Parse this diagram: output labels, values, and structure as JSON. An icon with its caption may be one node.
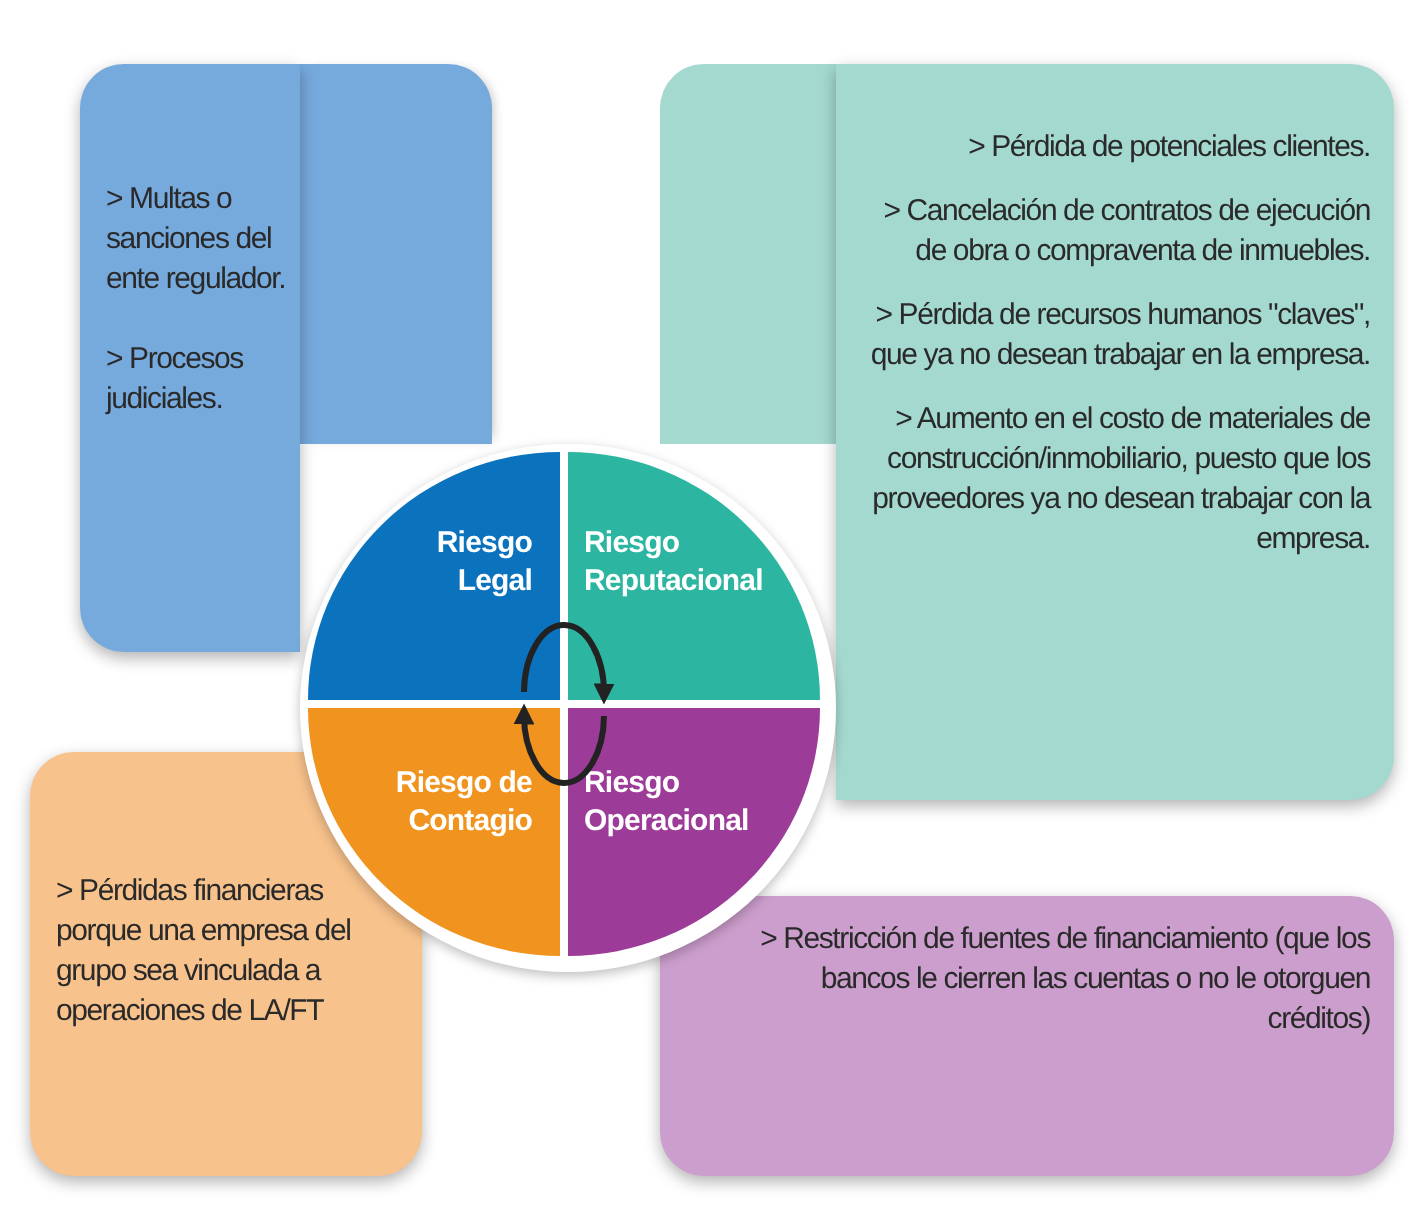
{
  "diagram": {
    "nodes": [
      {
        "text": [
          "> Multas o sanciones del ente regulador.",
          "> Procesos judiciales."
        ]
      },
      {
        "text": [
          "> Pérdida de potenciales clientes.",
          "> Cancelación de contratos de ejecución de obra o compraventa de inmuebles.",
          "> Pérdida de recursos humanos \"claves\", que ya no desean trabajar en la empresa.",
          "> Aumento en el costo de materiales de construcción/inmobiliario, puesto que los proveedores ya no desean trabajar con la empresa."
        ]
      },
      {
        "text": [
          "> Pérdidas financieras porque una empresa del grupo sea vinculada a operaciones de LA/FT"
        ]
      },
      {
        "text": [
          "> Restricción de fuentes de financiamiento (que los bancos le cierren las cuentas o no le otorguen créditos)"
        ]
      },
      {
        "text": [
          "Riesgo Legal"
        ]
      },
      {
        "text": [
          "Riesgo Reputacional"
        ]
      },
      {
        "text": [
          "Riesgo de Contagio"
        ]
      },
      {
        "text": [
          "Riesgo Operacional"
        ]
      }
    ],
    "edges": [
      {
        "from": 4,
        "to": 5,
        "arrow": "to"
      },
      {
        "from": 7,
        "to": 6,
        "arrow": "to"
      }
    ]
  }
}
